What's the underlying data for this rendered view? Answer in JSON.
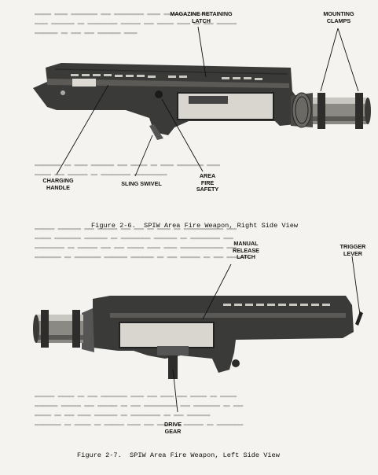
{
  "figure_1": {
    "caption": "Figure 2-6.  SPIW Area Fire Weapon, Right Side View",
    "labels": {
      "magazine_retaining_latch": "MAGAZINE RETAINING\nLATCH",
      "mounting_clamps": "MOUNTING\nCLAMPS",
      "charging_handle": "CHARGING\nHANDLE",
      "sling_swivel": "SLING SWIVEL",
      "area_fire_safety": "AREA\nFIRE\nSAFETY"
    }
  },
  "figure_2": {
    "caption": "Figure 2-7.  SPIW Area Fire Weapon, Left Side View",
    "labels": {
      "manual_release_latch": "MANUAL\nRELEASE\nLATCH",
      "trigger_lever": "TRIGGER\nLEVER",
      "drive_gear": "DRIVE\nGEAR"
    }
  }
}
